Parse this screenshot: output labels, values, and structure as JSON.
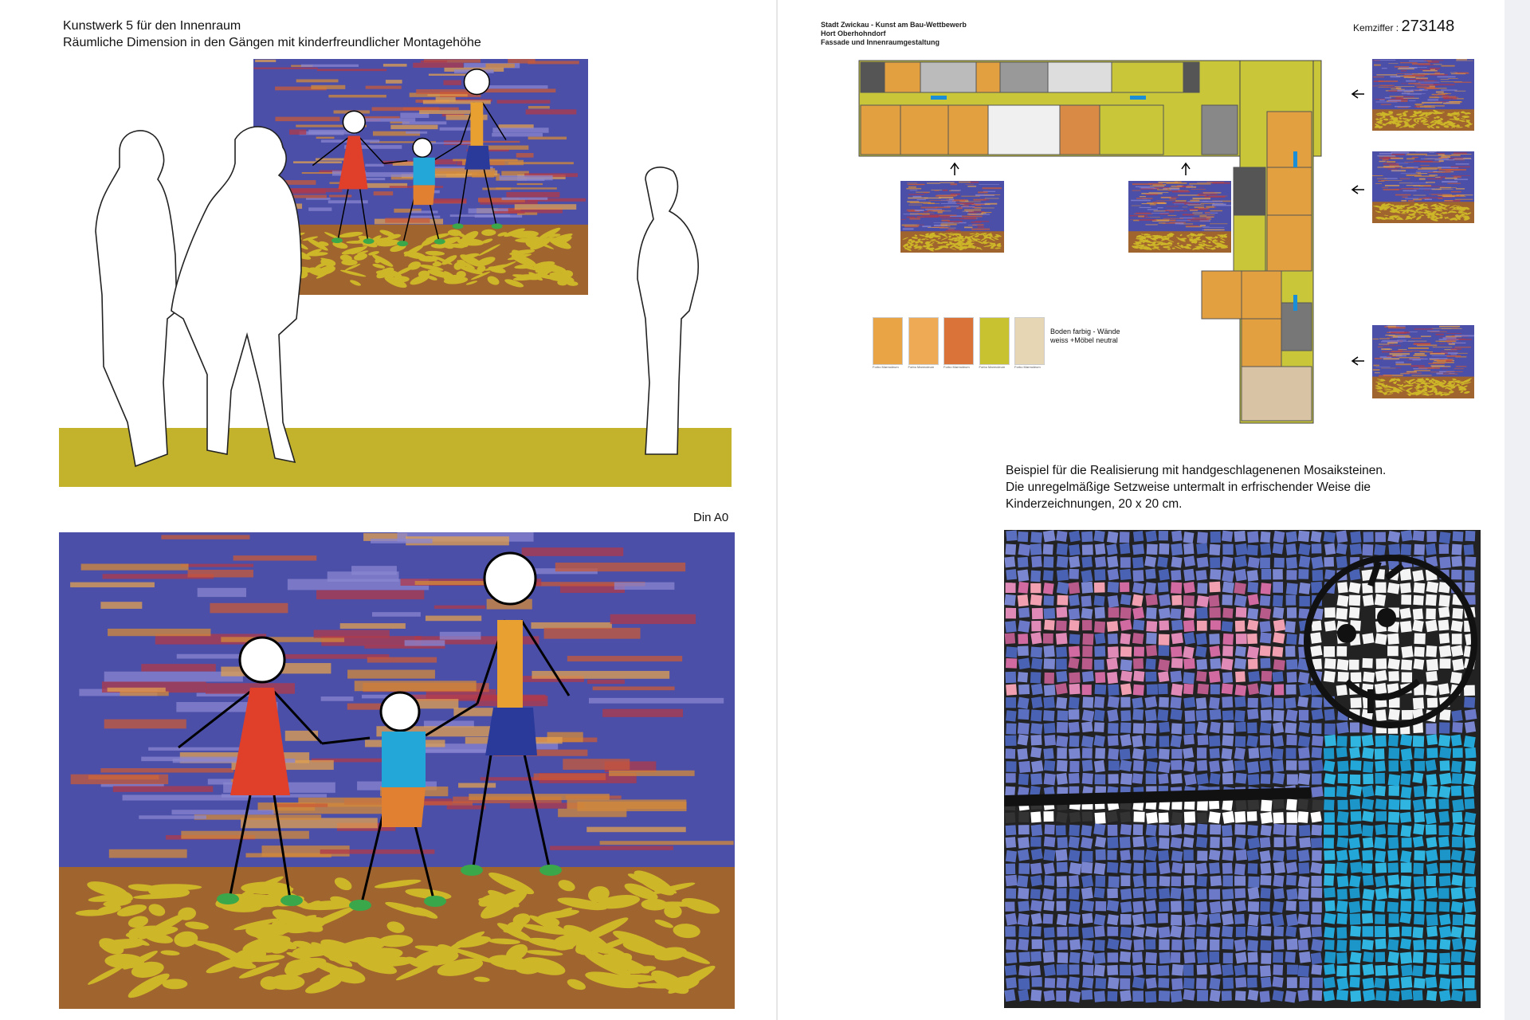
{
  "left_page": {
    "title_line1": "Kunstwerk 5 für den Innenraum",
    "title_line2": "Räumliche Dimension in den Gängen mit kinderfreundlicher Montagehöhe",
    "format_label": "Din A0"
  },
  "right_page": {
    "header_line1": "Stadt Zwickau - Kunst am Bau-Wettbewerb",
    "header_line2": "Hort Oberhohndorf",
    "header_line3": "Fassade und Innenraumgestaltung",
    "kennziffer_label": "Kemziffer :",
    "kennziffer_value": "273148",
    "legend_text_line1": "Boden farbig - Wände",
    "legend_text_line2": "weiss +Möbel neutral",
    "swatches": [
      {
        "label": "Forbo Marmoleum",
        "color": "#e9a545"
      },
      {
        "label": "Forbo Marmoleum",
        "color": "#eeaa55"
      },
      {
        "label": "Forbo Marmoleum",
        "color": "#d9733a"
      },
      {
        "label": "Forbo Marmoleum",
        "color": "#c8c230"
      },
      {
        "label": "Forbo Marmoleum",
        "color": "#e6d6b4"
      }
    ],
    "caption_line1": "Beispiel für die Realisierung mit handgeschlagenenen Mosaiksteinen.",
    "caption_line2": "Die unregelmäßige Setzweise untermalt in erfrischender Weise die",
    "caption_line3": "Kinderzeichnungen, 20 x 20 cm."
  },
  "colors": {
    "floor": "#c2b22c",
    "sky": "#4b4fa8",
    "ground": "#c9b32a",
    "cyan": "#22a7d8"
  }
}
